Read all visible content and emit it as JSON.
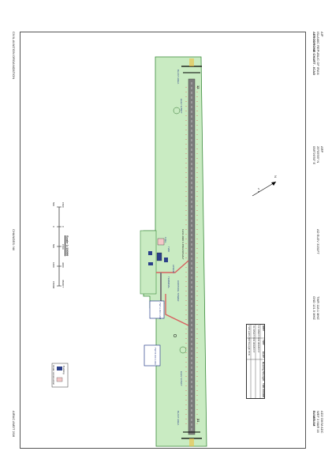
{
  "header": {
    "aip": "AIP",
    "state": "ISLAMIC REPUBLIC OF IRAN",
    "chart_title": "AERODROME CHART - ICAO",
    "arp_lat": "29°05'55\" N",
    "arp_lon": "058°26'50\" E",
    "arp_label": "ARP",
    "ad_elev": "AD ELEV 3151FT",
    "twr_freq": "TWR 118.1 MHZ",
    "gnd_freq": "GND 121.9 MHZ",
    "amdt_right": "AD2 OIKM ADC",
    "amdt_right2": "WEF 3 MAR 16",
    "airport": "BAM/BAM"
  },
  "footer": {
    "org": "CIVIL AVIATION ORGANIZATION",
    "changes": "CHANGES: Nil",
    "amdt": "AIRAC AMDT 2/16"
  },
  "runway": {
    "label_main": "13/31 2600 X 45M ASPHALT",
    "rwy_13": "13",
    "rwy_31": "31",
    "thr_13": "ELEV 3150FT",
    "thr_31": "ELEV 3151FT",
    "blast_13": "BLAST AREA",
    "blast_31": "BLAST AREA"
  },
  "apron": {
    "twr": "TWR",
    "apron_label": "APRON",
    "terminal": "TERMINAL",
    "fuel": "FUEL",
    "ctrl_label": "CONTROL TOWER",
    "box1": "TWY A 150 X 23M",
    "box2": "TWY B 150 X 23M"
  },
  "legend": {
    "building": "Building",
    "under_construction": "Under construction",
    "magnetic_var": "2° E",
    "north": "N"
  },
  "scale": {
    "title": "Scale 1:18000",
    "ticks_m": [
      "500",
      "0",
      "500",
      "1000",
      "1500M"
    ],
    "ticks_ft": [
      "1500",
      "0",
      "1500",
      "3000",
      "4500FT"
    ]
  },
  "strength_table": {
    "header_rwy": "RWY",
    "header_twy": "TWY",
    "header_elev": "ELEV",
    "header_strength": "Bearing Strength",
    "header_coord": "THR COORD",
    "row1": "13 3150FT PCN 38/F/B/Y/T",
    "row2": "31 3151FT PCN 38/F/B/Y/T",
    "row3": "TWY width 23M Strength PCN"
  }
}
